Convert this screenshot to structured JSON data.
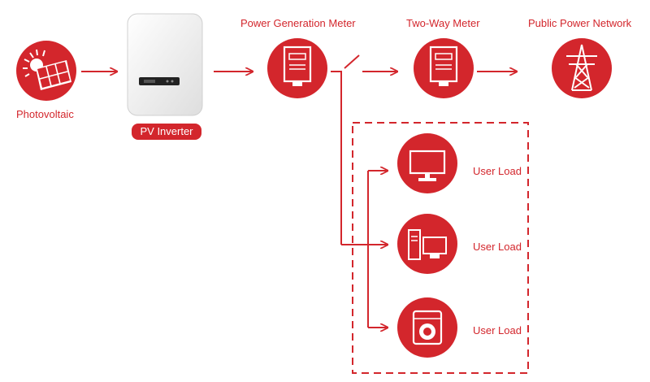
{
  "colors": {
    "accent": "#d3262c",
    "inverter_body": "#f2f2f2",
    "background": "#ffffff"
  },
  "nodes": {
    "photovoltaic": {
      "label": "Photovoltaic",
      "icon": "solar-panel-sun-icon"
    },
    "inverter": {
      "label": "PV Inverter",
      "icon": "inverter-device-icon"
    },
    "generation_meter": {
      "label": "Power Generation Meter",
      "icon": "electric-meter-icon"
    },
    "two_way_meter": {
      "label": "Two-Way Meter",
      "icon": "electric-meter-icon"
    },
    "grid": {
      "label": "Public Power Network",
      "icon": "transmission-tower-icon"
    }
  },
  "loads": [
    {
      "label": "User Load",
      "icon": "tv-monitor-icon"
    },
    {
      "label": "User Load",
      "icon": "desktop-computer-icon"
    },
    {
      "label": "User Load",
      "icon": "washing-machine-icon"
    }
  ]
}
